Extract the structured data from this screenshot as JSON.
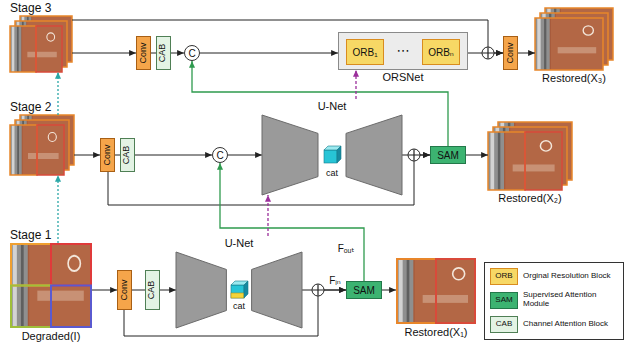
{
  "diagram": {
    "nodes": [
      {
        "text": [
          "Stage 3"
        ]
      },
      {
        "text": [
          "Conv"
        ]
      },
      {
        "text": [
          "CAB"
        ]
      },
      {
        "text": [
          "C"
        ]
      },
      {
        "text": [
          "ORSNet"
        ]
      },
      {
        "text": [
          "ORB₁"
        ],
        "in": 4
      },
      {
        "text": [
          "ORBₙ"
        ],
        "in": 4
      },
      {
        "text": [
          "Conv"
        ]
      },
      {
        "text": [
          "Restored(X₃)"
        ]
      },
      {
        "text": [
          "Stage 2"
        ]
      },
      {
        "text": [
          "Conv"
        ]
      },
      {
        "text": [
          "CAB"
        ]
      },
      {
        "text": [
          "C"
        ]
      },
      {
        "text": [
          "U-Net"
        ]
      },
      {
        "text": [
          "SAM"
        ]
      },
      {
        "text": [
          "Restored(X₂)"
        ]
      },
      {
        "text": [
          "Stage 1",
          "Degraded(I)"
        ]
      },
      {
        "text": [
          "Conv"
        ]
      },
      {
        "text": [
          "CAB"
        ]
      },
      {
        "text": [
          "U-Net"
        ]
      },
      {
        "text": [
          "SAM"
        ]
      },
      {
        "text": [
          "Restored(X₁)"
        ]
      }
    ],
    "edges": [
      {
        "from": 0,
        "to": 1,
        "arrow": "to"
      },
      {
        "from": 1,
        "to": 2,
        "arrow": "none"
      },
      {
        "from": 2,
        "to": 3,
        "arrow": "to"
      },
      {
        "from": 3,
        "to": 4,
        "arrow": "to"
      },
      {
        "from": 4,
        "to": 7,
        "arrow": "to"
      },
      {
        "from": 7,
        "to": 8,
        "arrow": "to"
      },
      {
        "from": 0,
        "to": 7,
        "arrow": "to"
      },
      {
        "from": 9,
        "to": 10,
        "arrow": "to"
      },
      {
        "from": 10,
        "to": 11,
        "arrow": "none"
      },
      {
        "from": 11,
        "to": 12,
        "arrow": "to"
      },
      {
        "from": 12,
        "to": 13,
        "arrow": "to"
      },
      {
        "from": 13,
        "to": 14,
        "arrow": "to"
      },
      {
        "from": 14,
        "to": 15,
        "arrow": "to"
      },
      {
        "from": 10,
        "to": 14,
        "arrow": "to"
      },
      {
        "from": 14,
        "to": 3,
        "arrow": "to"
      },
      {
        "from": 13,
        "to": 4,
        "arrow": "to"
      },
      {
        "from": 16,
        "to": 17,
        "arrow": "to"
      },
      {
        "from": 17,
        "to": 18,
        "arrow": "none"
      },
      {
        "from": 18,
        "to": 19,
        "arrow": "to"
      },
      {
        "from": 19,
        "to": 20,
        "arrow": "to"
      },
      {
        "from": 20,
        "to": 21,
        "arrow": "to"
      },
      {
        "from": 17,
        "to": 20,
        "arrow": "to"
      },
      {
        "from": 20,
        "to": 12,
        "arrow": "to"
      },
      {
        "from": 19,
        "to": 13,
        "arrow": "to"
      },
      {
        "from": 16,
        "to": 9,
        "arrow": "to"
      },
      {
        "from": 9,
        "to": 0,
        "arrow": "to"
      }
    ],
    "labels": [
      "cat",
      "cat",
      "⋯",
      "Fᵢₙ",
      "Fₒᵤₜ",
      "ORB",
      "SAM",
      "CAB"
    ],
    "legend": [
      {
        "text": "Orginal Resolution Block",
        "color": "#f7d865"
      },
      {
        "text": "Supervised Attention Module",
        "color": "#3cb371"
      },
      {
        "text": "Channel Attention Block",
        "color": "#e3f3e4"
      }
    ]
  }
}
